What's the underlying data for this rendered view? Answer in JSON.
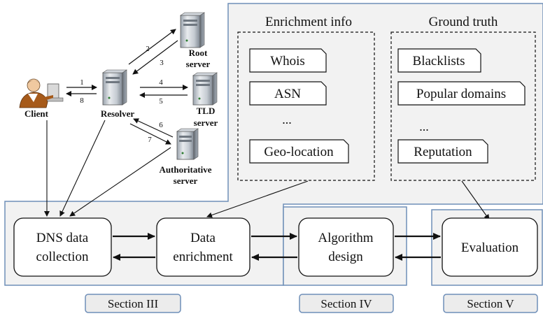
{
  "network": {
    "client_label": "Client",
    "resolver_label": "Resolver",
    "root_label_1": "Root",
    "root_label_2": "server",
    "tld_label_1": "TLD",
    "tld_label_2": "server",
    "auth_label_1": "Authoritative",
    "auth_label_2": "server",
    "steps": [
      "1",
      "8",
      "2",
      "3",
      "4",
      "5",
      "6",
      "7"
    ]
  },
  "enrichment": {
    "title": "Enrichment info",
    "items": [
      "Whois",
      "ASN",
      "...",
      "Geo-location"
    ]
  },
  "ground_truth": {
    "title": "Ground truth",
    "items": [
      "Blacklists",
      "Popular domains",
      "...",
      "Reputation"
    ]
  },
  "pipeline": {
    "dns_collection_1": "DNS data",
    "dns_collection_2": "collection",
    "data_enrichment_1": "Data",
    "data_enrichment_2": "enrichment",
    "algorithm_design_1": "Algorithm",
    "algorithm_design_2": "design",
    "evaluation": "Evaluation"
  },
  "sections": {
    "section3": "Section III",
    "section4": "Section IV",
    "section5": "Section V"
  },
  "colors": {
    "panel_fill": "#f2f2f2",
    "panel_border": "#6f8fb8",
    "tab_fill": "#ececec",
    "line": "#111111"
  }
}
